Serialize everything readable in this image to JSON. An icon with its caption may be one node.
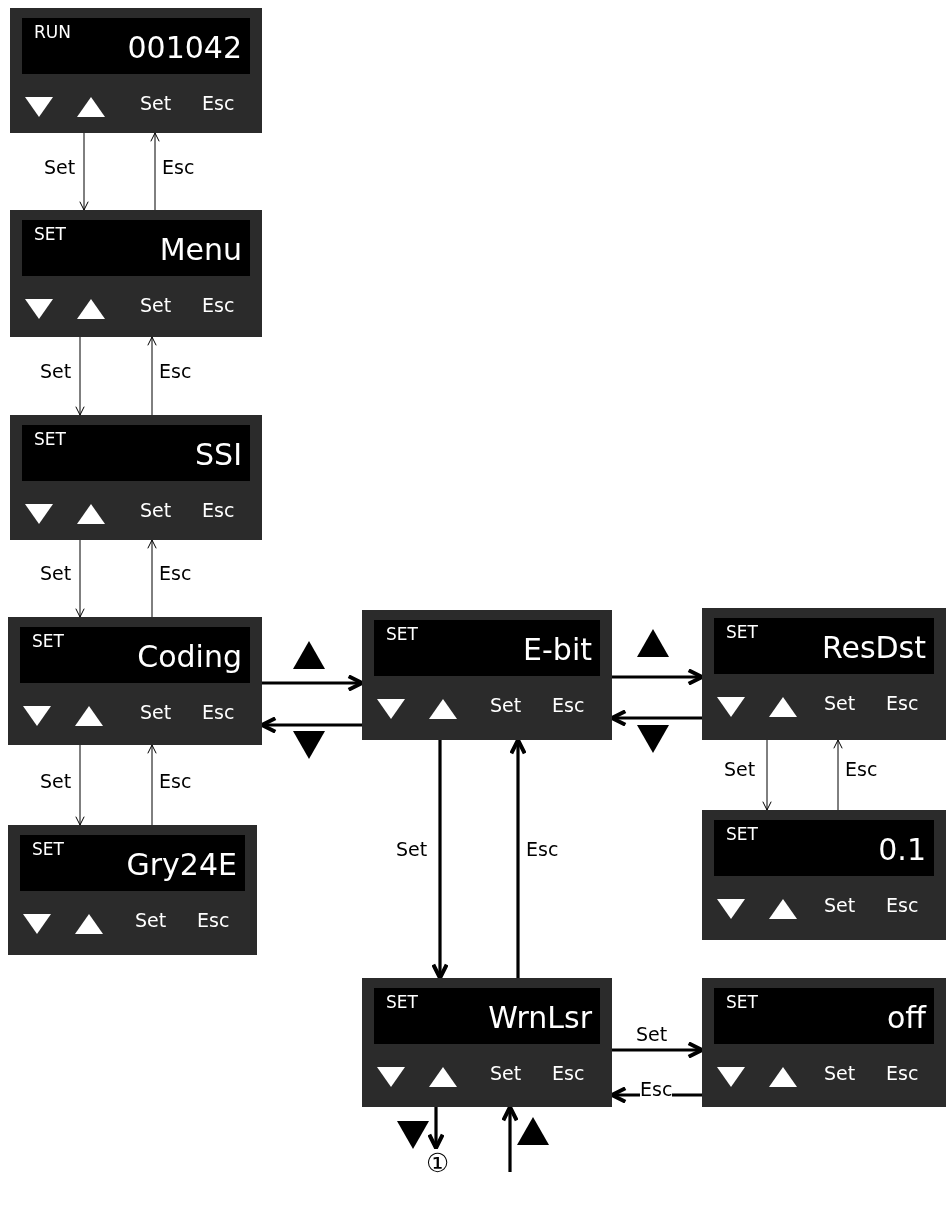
{
  "diagram": {
    "nodes": [
      {
        "text": [
          "RUN",
          "001042",
          "Set",
          "Esc"
        ]
      },
      {
        "text": [
          "SET",
          "Menu",
          "Set",
          "Esc"
        ]
      },
      {
        "text": [
          "SET",
          "SSI",
          "Set",
          "Esc"
        ]
      },
      {
        "text": [
          "SET",
          "Coding",
          "Set",
          "Esc"
        ]
      },
      {
        "text": [
          "SET",
          "E-bit",
          "Set",
          "Esc"
        ]
      },
      {
        "text": [
          "SET",
          "ResDst",
          "Set",
          "Esc"
        ]
      },
      {
        "text": [
          "SET",
          "Gry24E",
          "Set",
          "Esc"
        ]
      },
      {
        "text": [
          "SET",
          "0.1",
          "Set",
          "Esc"
        ]
      },
      {
        "text": [
          "SET",
          "WrnLsr",
          "Set",
          "Esc"
        ]
      },
      {
        "text": [
          "SET",
          "off",
          "Set",
          "Esc"
        ]
      },
      {
        "text": [
          "①"
        ]
      }
    ],
    "edges": [
      {
        "from": 0,
        "to": 1,
        "arrow": "to",
        "label": "Set"
      },
      {
        "from": 1,
        "to": 0,
        "arrow": "to",
        "label": "Esc"
      },
      {
        "from": 1,
        "to": 2,
        "arrow": "to",
        "label": "Set"
      },
      {
        "from": 2,
        "to": 1,
        "arrow": "to",
        "label": "Esc"
      },
      {
        "from": 2,
        "to": 3,
        "arrow": "to",
        "label": "Set"
      },
      {
        "from": 3,
        "to": 2,
        "arrow": "to",
        "label": "Esc"
      },
      {
        "from": 3,
        "to": 6,
        "arrow": "to",
        "label": "Set"
      },
      {
        "from": 6,
        "to": 3,
        "arrow": "to",
        "label": "Esc"
      },
      {
        "from": 3,
        "to": 4,
        "arrow": "to",
        "style": "thick"
      },
      {
        "from": 4,
        "to": 3,
        "arrow": "to",
        "style": "thick"
      },
      {
        "from": 4,
        "to": 5,
        "arrow": "to",
        "style": "thick"
      },
      {
        "from": 5,
        "to": 4,
        "arrow": "to",
        "style": "thick"
      },
      {
        "from": 5,
        "to": 7,
        "arrow": "to",
        "label": "Set"
      },
      {
        "from": 7,
        "to": 5,
        "arrow": "to",
        "label": "Esc"
      },
      {
        "from": 4,
        "to": 8,
        "arrow": "to",
        "label": "Set",
        "style": "thick"
      },
      {
        "from": 8,
        "to": 4,
        "arrow": "to",
        "label": "Esc",
        "style": "thick"
      },
      {
        "from": 8,
        "to": 9,
        "arrow": "to",
        "label": "Set",
        "style": "thick"
      },
      {
        "from": 9,
        "to": 8,
        "arrow": "to",
        "label": "Esc",
        "style": "thick"
      },
      {
        "from": 8,
        "to": 10,
        "arrow": "to",
        "style": "thick"
      },
      {
        "from": null,
        "to": 8,
        "arrow": "to",
        "style": "thick"
      }
    ]
  }
}
